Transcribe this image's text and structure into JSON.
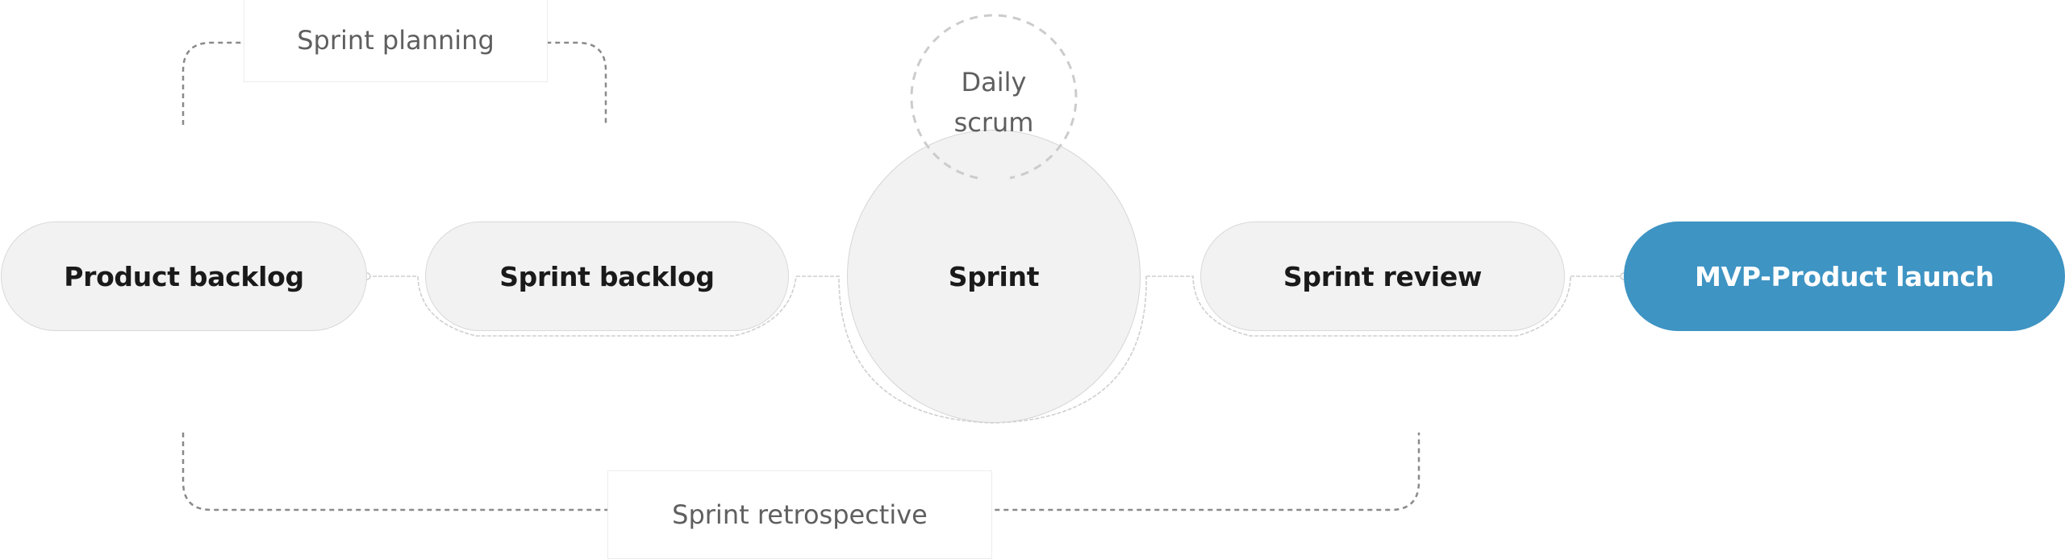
{
  "diagram": {
    "title": "Scrum process flow",
    "nodes": [
      {
        "id": "product-backlog",
        "label": "Product backlog",
        "shape": "pill"
      },
      {
        "id": "sprint-backlog",
        "label": "Sprint backlog",
        "shape": "pill"
      },
      {
        "id": "sprint",
        "label": "Sprint",
        "shape": "circle"
      },
      {
        "id": "sprint-review",
        "label": "Sprint review",
        "shape": "pill"
      },
      {
        "id": "mvp-launch",
        "label": "MVP-Product launch",
        "shape": "pill",
        "highlighted": true
      }
    ],
    "ceremonies": {
      "planning": {
        "label": "Sprint planning",
        "spans": [
          "product-backlog",
          "sprint-backlog"
        ]
      },
      "daily": {
        "line1": "Daily",
        "line2": "scrum",
        "attached_to": "sprint"
      },
      "retrospective": {
        "label": "Sprint retrospective",
        "spans": [
          "product-backlog",
          "sprint-review"
        ]
      }
    },
    "edges": [
      [
        "product-backlog",
        "sprint-backlog"
      ],
      [
        "sprint-backlog",
        "sprint"
      ],
      [
        "sprint",
        "sprint-review"
      ],
      [
        "sprint-review",
        "mvp-launch"
      ]
    ],
    "colors": {
      "accent": "#3e94c3",
      "node_fill": "#f2f2f2",
      "node_text": "#1a1a1a",
      "ceremony_text": "#5f5f5f",
      "bracket_line": "#8a8a8a",
      "dashed_circle": "#cccccc"
    }
  }
}
